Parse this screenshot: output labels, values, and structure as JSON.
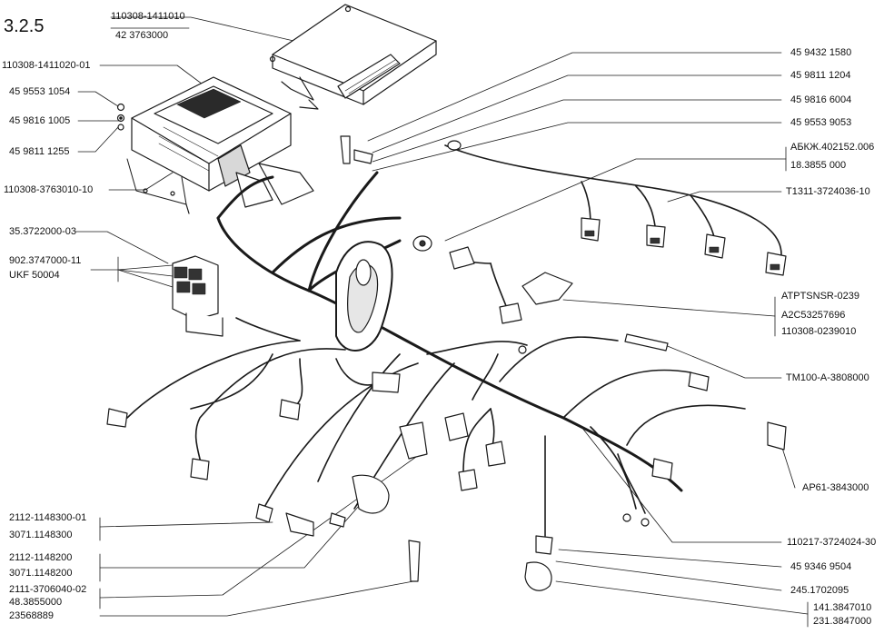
{
  "figure": {
    "number": "3.2.5"
  },
  "labels": {
    "ecu_top_1": "110308-1411010",
    "ecu_top_2": "42 3763000",
    "ecu_main": "110308-1411020-01",
    "nut": "45 9553 1054",
    "washer": "45 9816 1005",
    "screw": "45 9811 1255",
    "bracket": "110308-3763010-10",
    "relay_block": "35.3722000-03",
    "relay_1": "902.3747000-11",
    "relay_2": "UKF 50004",
    "r_1580": "45 9432 1580",
    "r_1204": "45 9811 1204",
    "r_6004": "45 9816 6004",
    "r_9053": "45 9553 9053",
    "abk_1": "АБКЖ.402152.006",
    "abk_2": "18.3855 000",
    "harness_inj": "Т1311-3724036-10",
    "map_1": "ATPTSNSR-0239",
    "map_2": "A2C53257696",
    "map_3": "110308-0239010",
    "o2_front": "ТМ100-A-3808000",
    "ap61": "АР61-3843000",
    "main_harness": "110217-3724024-30",
    "bolt": "45 9346 9504",
    "crank_sensor": "245.1702095",
    "crank_1": "141.3847010",
    "crank_2": "231.3847000",
    "temp_1": "2112-1148300-01",
    "temp_2": "3071.1148300",
    "tps_1": "2112-1148200",
    "tps_2": "3071.1148200",
    "o2_1": "2111-3706040-02",
    "o2_2": "48.3855000",
    "o2_3": "23568889"
  }
}
